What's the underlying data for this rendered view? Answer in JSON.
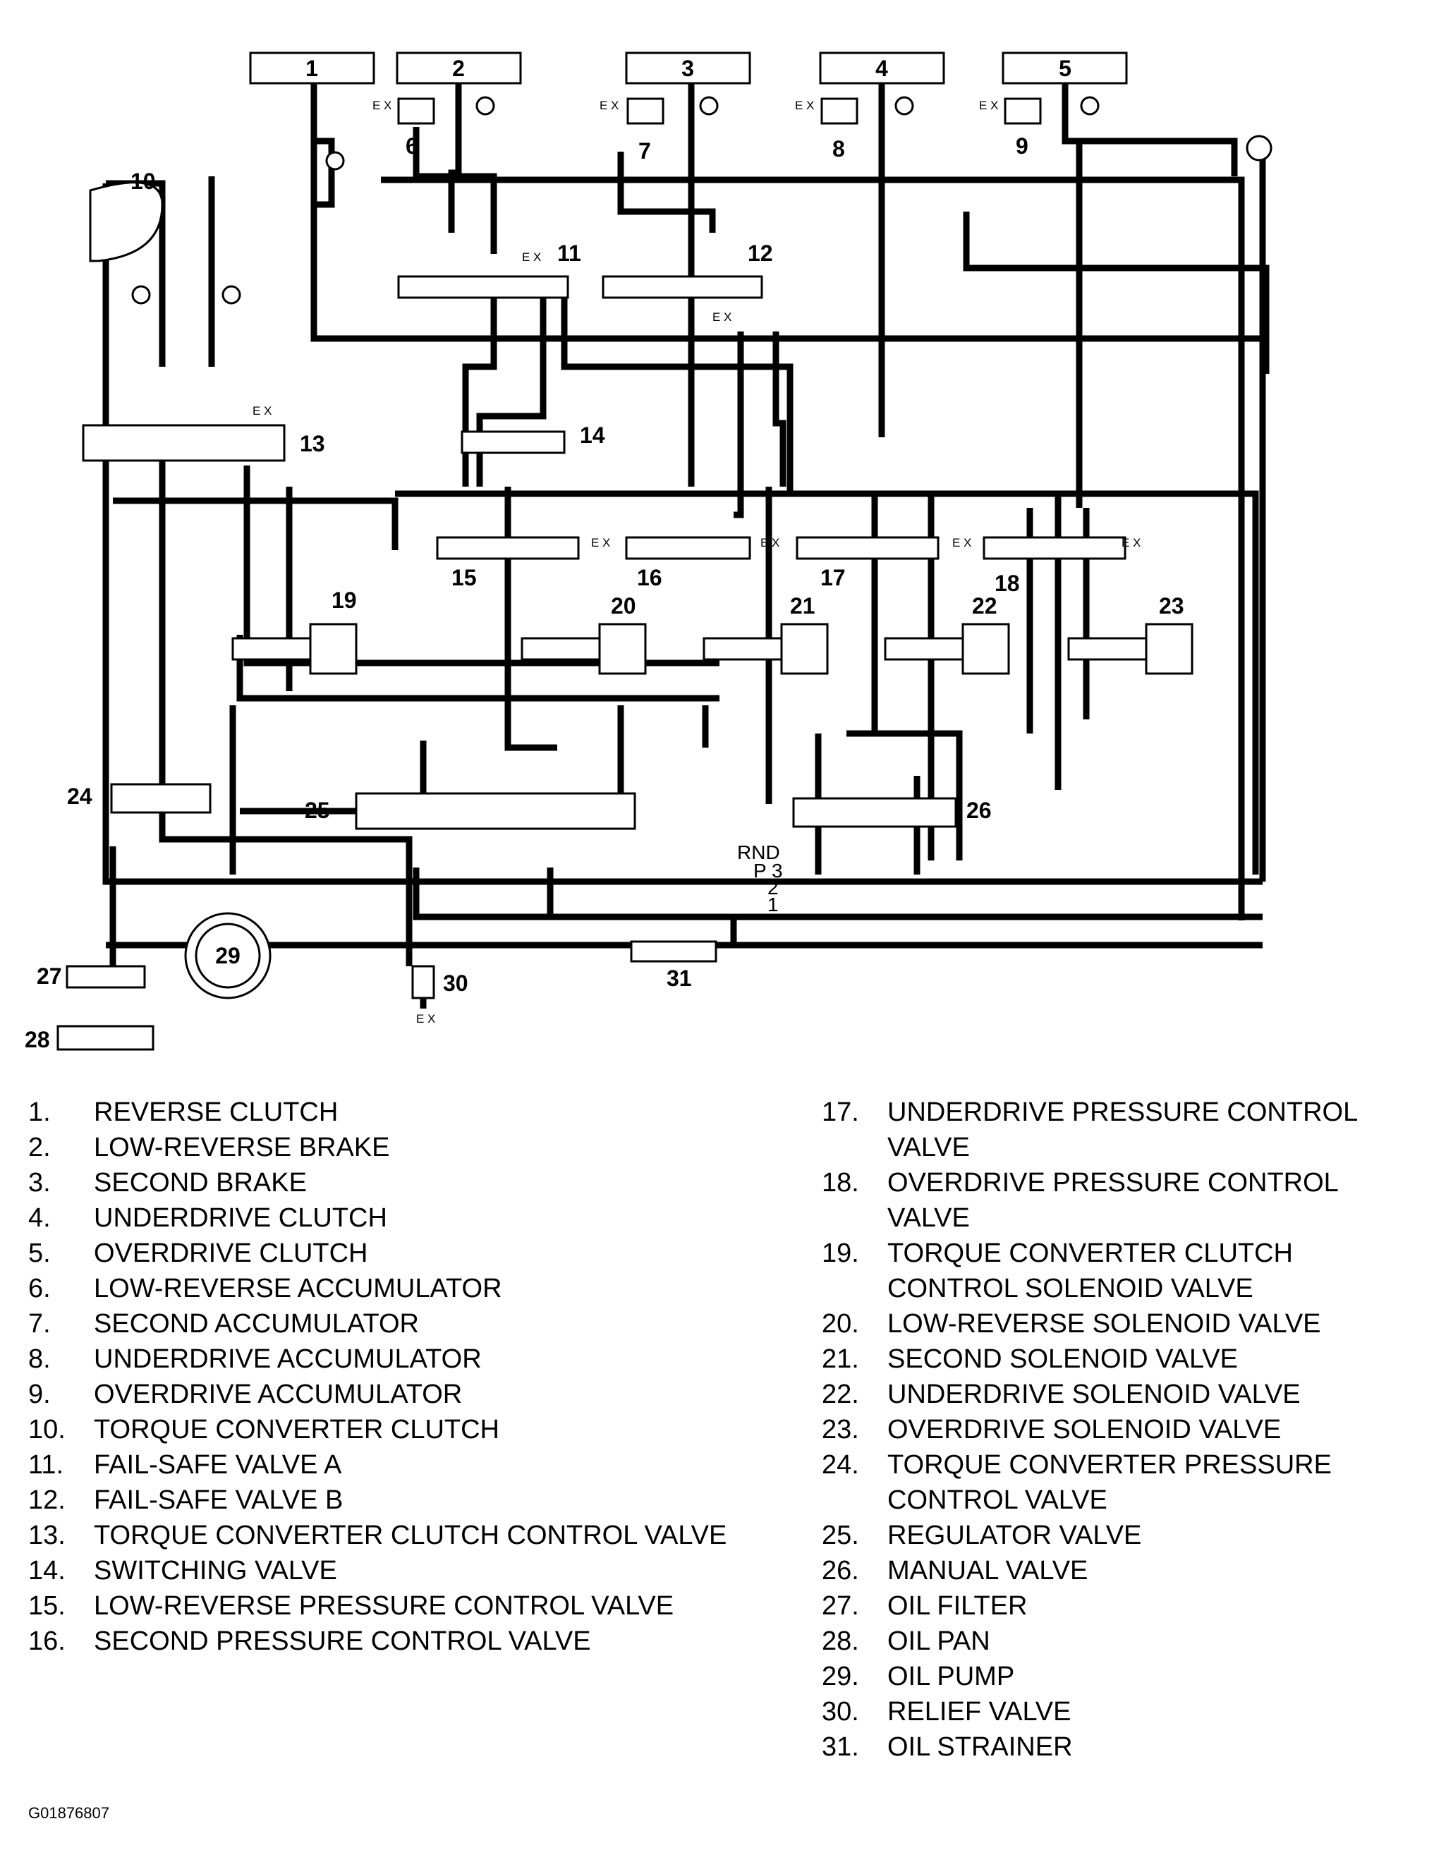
{
  "diagram": {
    "component_numbers": [
      "1",
      "2",
      "3",
      "4",
      "5",
      "6",
      "7",
      "8",
      "9",
      "10",
      "11",
      "12",
      "13",
      "14",
      "15",
      "16",
      "17",
      "18",
      "19",
      "20",
      "21",
      "22",
      "23",
      "24",
      "25",
      "26",
      "27",
      "28",
      "29",
      "30",
      "31"
    ],
    "exhaust_label": "E X",
    "manual_valve_positions": {
      "row1": "RND",
      "row2": "P 3",
      "row3": "2",
      "row4": "1"
    }
  },
  "legend": [
    {
      "num": "1.",
      "text": "REVERSE CLUTCH"
    },
    {
      "num": "2.",
      "text": "LOW-REVERSE BRAKE"
    },
    {
      "num": "3.",
      "text": "SECOND BRAKE"
    },
    {
      "num": "4.",
      "text": "UNDERDRIVE CLUTCH"
    },
    {
      "num": "5.",
      "text": "OVERDRIVE CLUTCH"
    },
    {
      "num": "6.",
      "text": "LOW-REVERSE ACCUMULATOR"
    },
    {
      "num": "7.",
      "text": "SECOND ACCUMULATOR"
    },
    {
      "num": "8.",
      "text": "UNDERDRIVE ACCUMULATOR"
    },
    {
      "num": "9.",
      "text": "OVERDRIVE ACCUMULATOR"
    },
    {
      "num": "10.",
      "text": "TORQUE CONVERTER CLUTCH"
    },
    {
      "num": "11.",
      "text": "FAIL-SAFE VALVE A"
    },
    {
      "num": "12.",
      "text": "FAIL-SAFE VALVE B"
    },
    {
      "num": "13.",
      "text": "TORQUE CONVERTER CLUTCH CONTROL VALVE"
    },
    {
      "num": "14.",
      "text": "SWITCHING VALVE"
    },
    {
      "num": "15.",
      "text": "LOW-REVERSE PRESSURE CONTROL VALVE"
    },
    {
      "num": "16.",
      "text": "SECOND PRESSURE CONTROL VALVE"
    },
    {
      "num": "17.",
      "text": "UNDERDRIVE PRESSURE CONTROL VALVE"
    },
    {
      "num": "18.",
      "text": "OVERDRIVE PRESSURE CONTROL VALVE"
    },
    {
      "num": "19.",
      "text": "TORQUE CONVERTER CLUTCH CONTROL SOLENOID VALVE"
    },
    {
      "num": "20.",
      "text": "LOW-REVERSE SOLENOID VALVE"
    },
    {
      "num": "21.",
      "text": "SECOND SOLENOID VALVE"
    },
    {
      "num": "22.",
      "text": "UNDERDRIVE SOLENOID VALVE"
    },
    {
      "num": "23.",
      "text": "OVERDRIVE SOLENOID VALVE"
    },
    {
      "num": "24.",
      "text": "TORQUE CONVERTER PRESSURE CONTROL VALVE"
    },
    {
      "num": "25.",
      "text": "REGULATOR VALVE"
    },
    {
      "num": "26.",
      "text": "MANUAL VALVE"
    },
    {
      "num": "27.",
      "text": "OIL FILTER"
    },
    {
      "num": "28.",
      "text": "OIL PAN"
    },
    {
      "num": "29.",
      "text": "OIL PUMP"
    },
    {
      "num": "30.",
      "text": "RELIEF VALVE"
    },
    {
      "num": "31.",
      "text": "OIL STRAINER"
    }
  ],
  "figure_id": "G01876807"
}
